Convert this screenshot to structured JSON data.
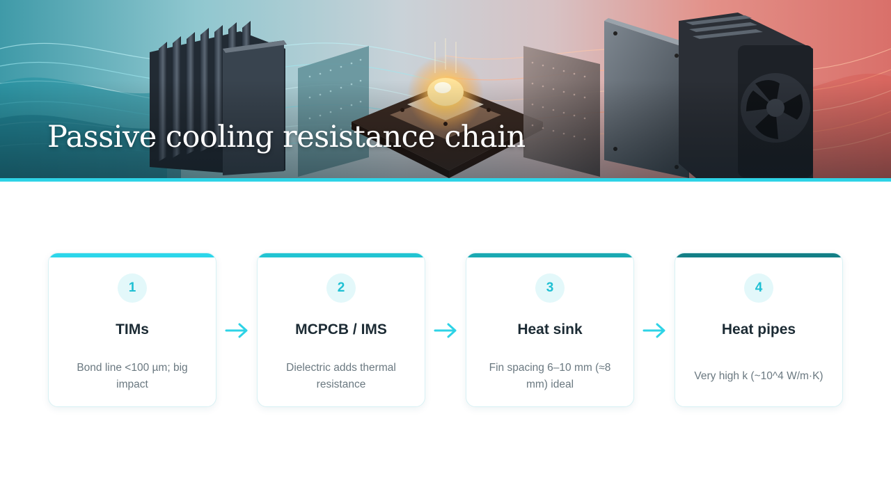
{
  "slide": {
    "title": "Passive cooling resistance chain",
    "banner_image": "thermal-components-illustration",
    "accent_color": "#2ed3e6"
  },
  "steps": [
    {
      "number": "1",
      "title": "TIMs",
      "description": "Bond line <100 µm; big impact",
      "bar_color": "#2cd6ea"
    },
    {
      "number": "2",
      "title": "MCPCB / IMS",
      "description": "Dielectric adds thermal resistance",
      "bar_color": "#22c4d2"
    },
    {
      "number": "3",
      "title": "Heat sink",
      "description": "Fin spacing 6–10 mm (≈8 mm) ideal",
      "bar_color": "#1aa9b2"
    },
    {
      "number": "4",
      "title": "Heat pipes",
      "description": "Very high k (~10^4 W/m·K)",
      "bar_color": "#137f86"
    }
  ],
  "connector_icon": "arrow-right-icon"
}
